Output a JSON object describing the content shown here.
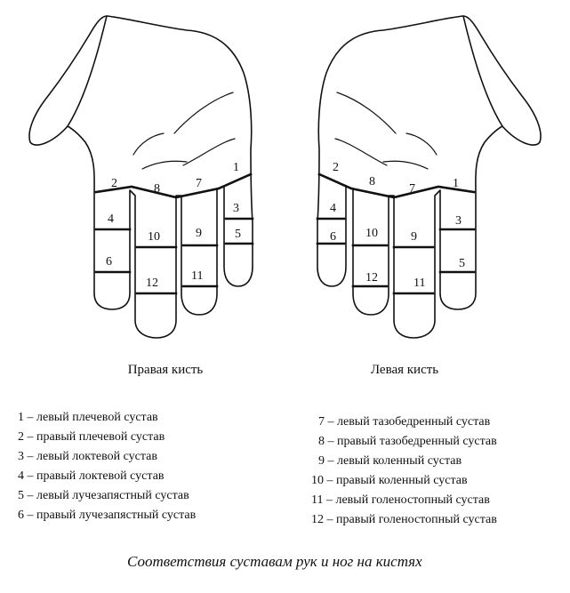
{
  "hands": {
    "right": {
      "label": "Правая кисть",
      "numbers": [
        "1",
        "2",
        "3",
        "4",
        "5",
        "6",
        "7",
        "8",
        "9",
        "10",
        "11",
        "12"
      ]
    },
    "left": {
      "label": "Левая кисть",
      "numbers": [
        "1",
        "2",
        "3",
        "4",
        "5",
        "6",
        "7",
        "8",
        "9",
        "10",
        "11",
        "12"
      ]
    }
  },
  "legend": [
    {
      "number": "1",
      "text": "левый плечевой сустав"
    },
    {
      "number": "2",
      "text": "правый плечевой сустав"
    },
    {
      "number": "3",
      "text": "левый локтевой сустав"
    },
    {
      "number": "4",
      "text": "правый локтевой сустав"
    },
    {
      "number": "5",
      "text": "левый лучезапястный сустав"
    },
    {
      "number": "6",
      "text": "правый лучезапястный сустав"
    },
    {
      "number": "7",
      "text": "левый тазобедренный сустав"
    },
    {
      "number": "8",
      "text": "правый тазобедренный сустав"
    },
    {
      "number": "9",
      "text": "левый коленный сустав"
    },
    {
      "number": "10",
      "text": "правый коленный сустав"
    },
    {
      "number": "11",
      "text": "левый голеностопный сустав"
    },
    {
      "number": "12",
      "text": "правый голеностопный сустав"
    }
  ],
  "caption": "Соответствия суставам рук и ног на кистях"
}
